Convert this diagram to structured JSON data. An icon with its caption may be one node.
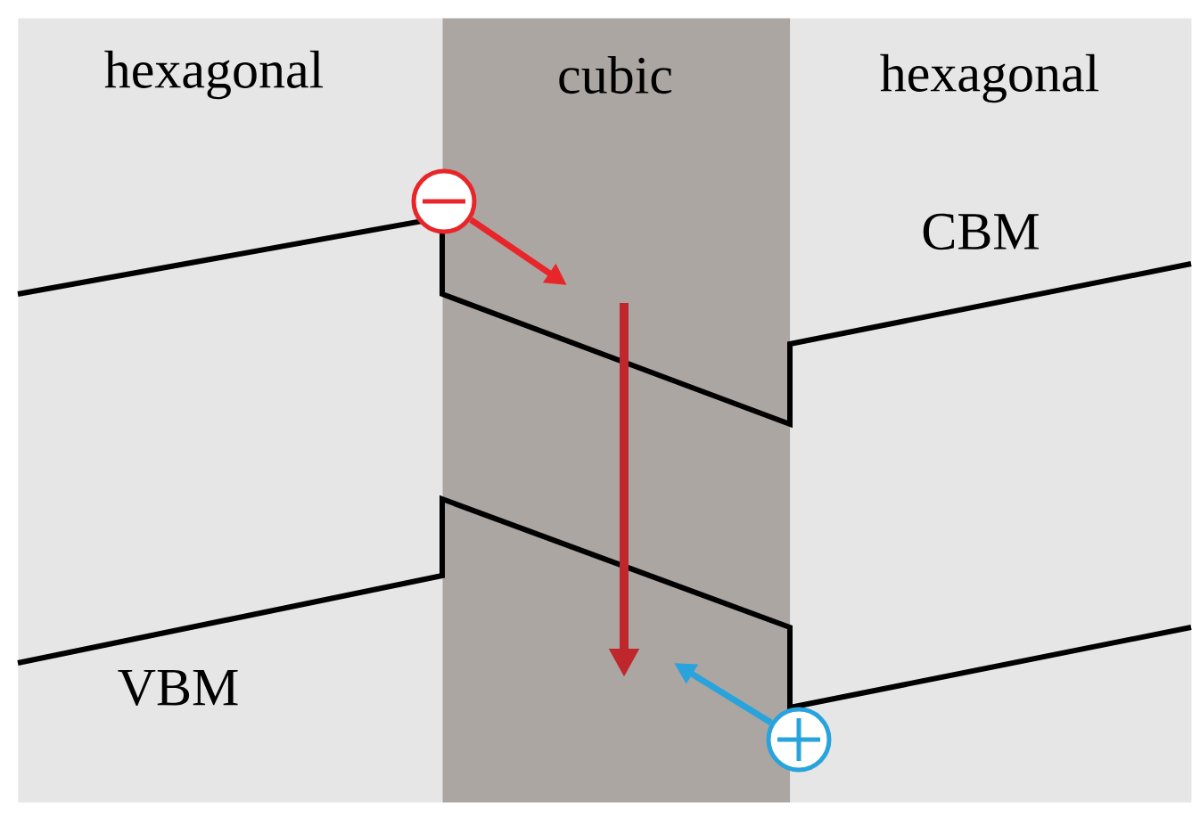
{
  "diagram": {
    "nodes": [
      {
        "text": [
          "hexagonal"
        ]
      },
      {
        "text": [
          "cubic"
        ]
      },
      {
        "text": [
          "hexagonal"
        ]
      },
      {
        "text": [],
        "shape": "circle"
      },
      {
        "text": [],
        "shape": "circle"
      }
    ],
    "edges": [
      {
        "from": 3,
        "to": 1,
        "arrow": "to",
        "color": "#e8262a"
      },
      {
        "from": 4,
        "to": 1,
        "arrow": "to",
        "color": "#29a3dc"
      }
    ],
    "labels": [
      "CBM",
      "VBM"
    ]
  }
}
